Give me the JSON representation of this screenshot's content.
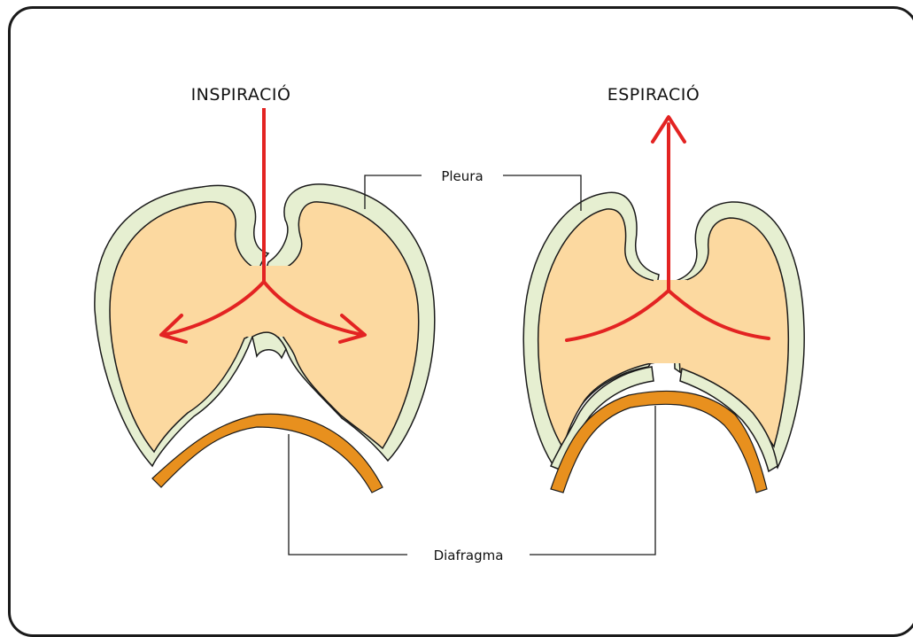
{
  "labels": {
    "inspiration": "INSPIRACIÓ",
    "expiration": "ESPIRACIÓ",
    "pleura": "Pleura",
    "diaphragm": "Diafragma"
  },
  "colors": {
    "lung_fill": "#fcd9a0",
    "pleura_fill": "#e6efd1",
    "diaphragm": "#e8901e",
    "arrow": "#e32322",
    "outline": "#1a1a1a"
  }
}
